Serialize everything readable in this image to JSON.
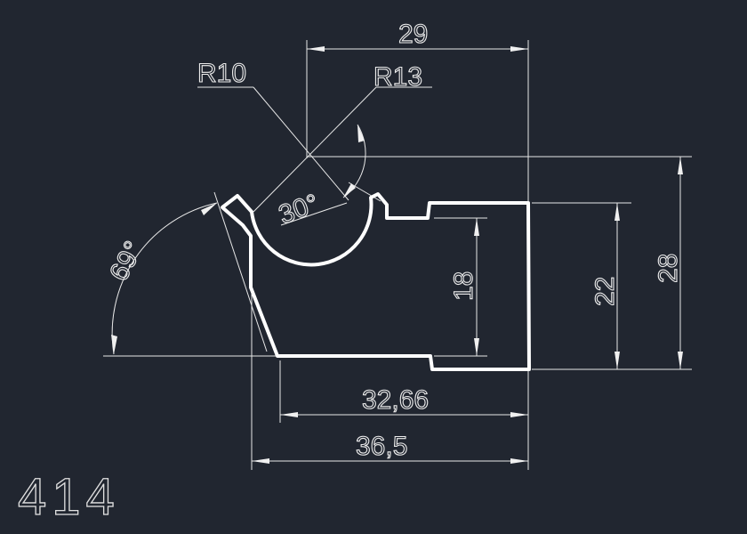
{
  "drawing": {
    "part_number": "414",
    "dimensions": {
      "top_width": "29",
      "radius_small": "R10",
      "radius_large": "R13",
      "angle_groove": "30°",
      "angle_side": "69°",
      "inner_height": "18",
      "mid_height": "22",
      "total_height": "28",
      "bottom_width": "32,66",
      "total_width": "36,5"
    }
  }
}
